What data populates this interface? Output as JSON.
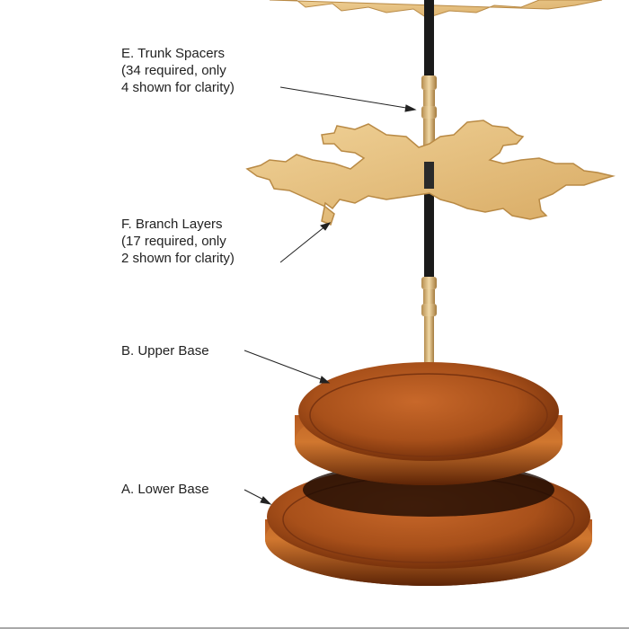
{
  "labels": {
    "e_title": "E. Trunk Spacers",
    "e_line2": "(34 required, only",
    "e_line3": "4 shown for clarity)",
    "f_title": "F. Branch Layers",
    "f_line2": "(17 required, only",
    "f_line3": "2 shown for clarity)",
    "b_title": "B. Upper Base",
    "a_title": "A. Lower Base"
  },
  "colors": {
    "branch_wood": "#e3bf7e",
    "branch_edge": "#b98a45",
    "base_wood": "#a8501a",
    "base_dark": "#6b2a08",
    "trunk": "#1a1a1a",
    "spacer": "#e1bf86"
  }
}
